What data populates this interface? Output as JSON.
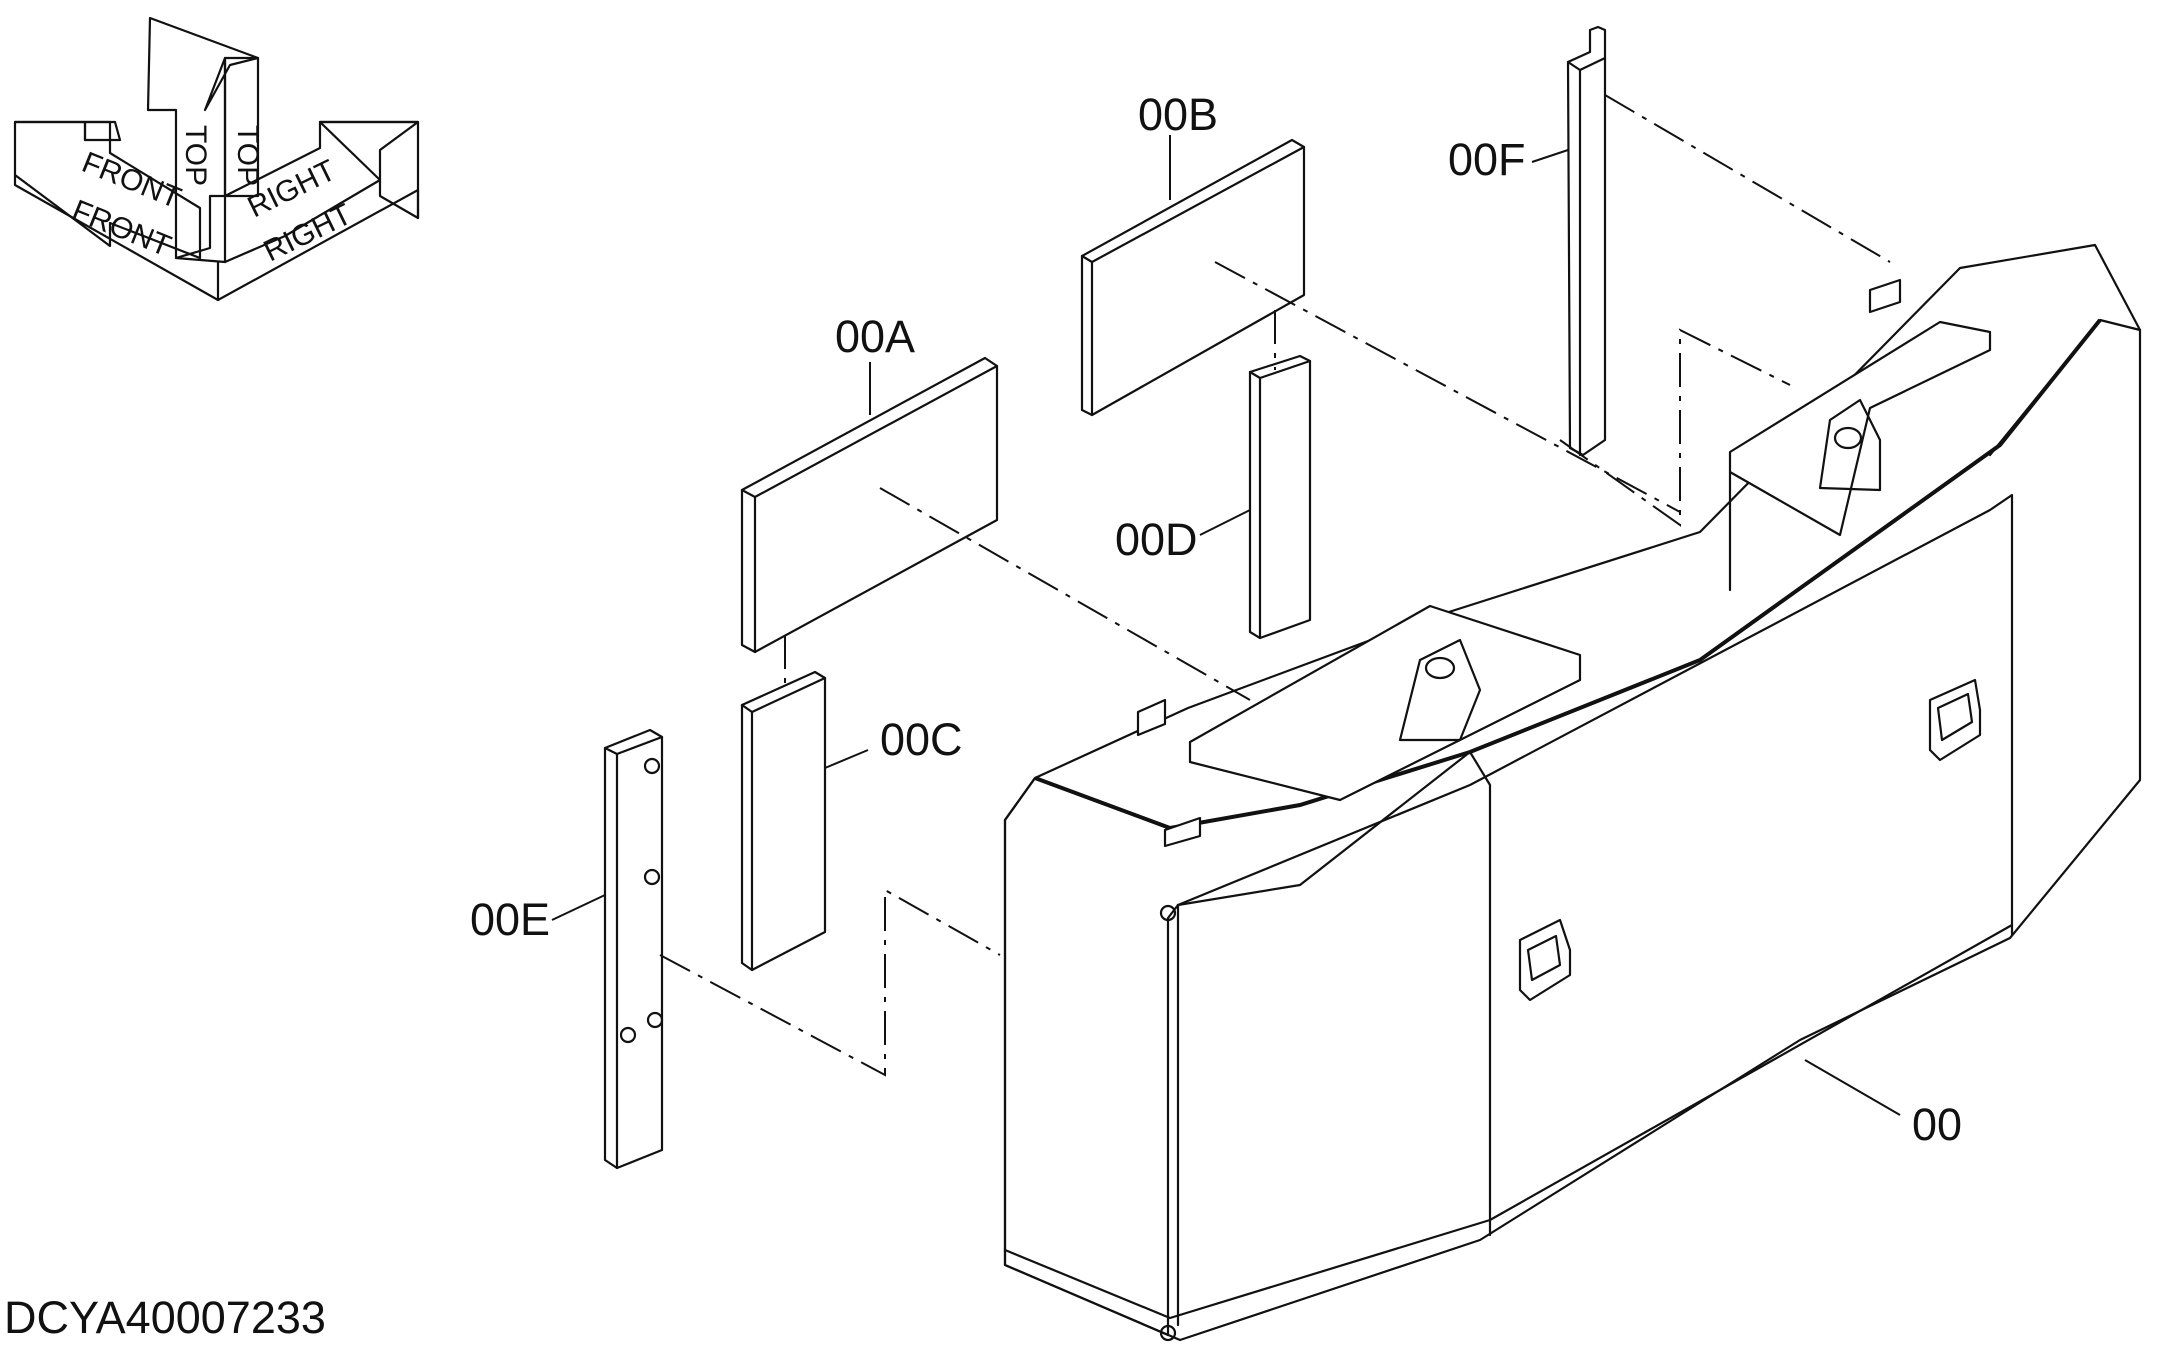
{
  "document_id": "DCYA40007233",
  "orientation": {
    "front": "FRONT",
    "top": "TOP",
    "right": "RIGHT"
  },
  "parts": {
    "main": "00",
    "a": "00A",
    "b": "00B",
    "c": "00C",
    "d": "00D",
    "e": "00E",
    "f": "00F"
  }
}
